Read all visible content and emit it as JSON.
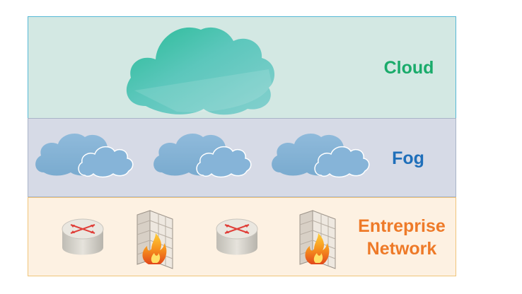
{
  "layers": {
    "cloud": {
      "label": "Cloud",
      "color": "#1aab6b",
      "fill": "#d3e8e3"
    },
    "fog": {
      "label": "Fog",
      "color": "#1f6fba",
      "fill": "#d6dae6"
    },
    "enterprise": {
      "label": "Entreprise Network",
      "color": "#ee7a28",
      "fill": "#fdf1e2"
    }
  },
  "icons": {
    "cloud_layer": [
      "cloud-icon"
    ],
    "fog_layer": [
      "fog-cloud-icon",
      "fog-cloud-icon",
      "fog-cloud-icon"
    ],
    "enterprise_layer": [
      "router-icon",
      "firewall-icon",
      "router-icon",
      "firewall-icon"
    ]
  }
}
